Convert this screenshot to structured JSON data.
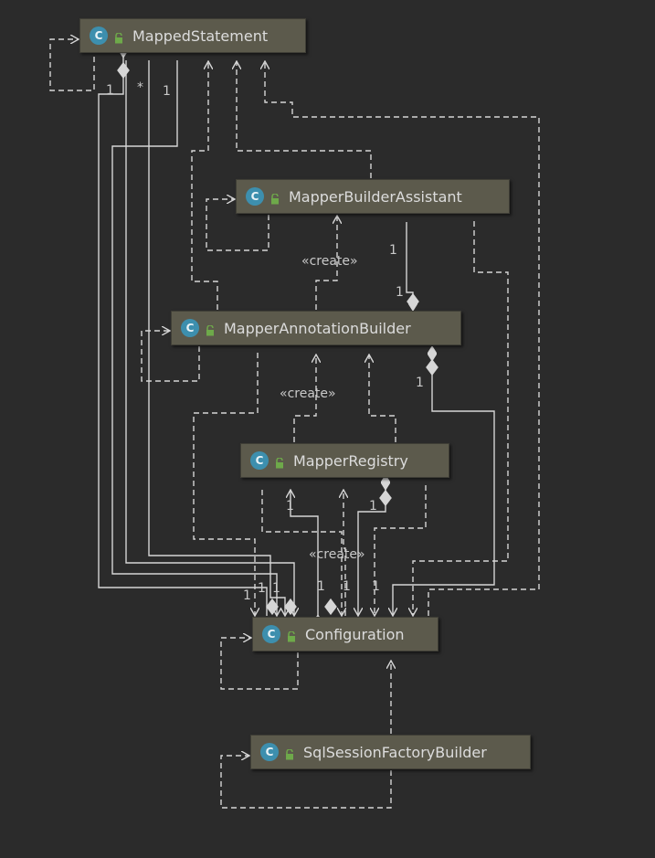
{
  "classes": [
    {
      "id": "mapped_statement",
      "name": "MappedStatement",
      "kind_icon": "C"
    },
    {
      "id": "mapper_builder_assistant",
      "name": "MapperBuilderAssistant",
      "kind_icon": "C"
    },
    {
      "id": "mapper_annotation_builder",
      "name": "MapperAnnotationBuilder",
      "kind_icon": "C"
    },
    {
      "id": "mapper_registry",
      "name": "MapperRegistry",
      "kind_icon": "C"
    },
    {
      "id": "configuration",
      "name": "Configuration",
      "kind_icon": "C"
    },
    {
      "id": "sql_session_factory_builder",
      "name": "SqlSessionFactoryBuilder",
      "kind_icon": "C"
    }
  ],
  "stereotype": "«create»",
  "multiplicities": {
    "one": "1",
    "many": "*"
  },
  "colors": {
    "background": "#2b2b2b",
    "node_fill": "#5c5a4c",
    "line": "#d6d6d6",
    "class_icon": "#3d8fae",
    "lock_icon": "#6ea94a"
  }
}
